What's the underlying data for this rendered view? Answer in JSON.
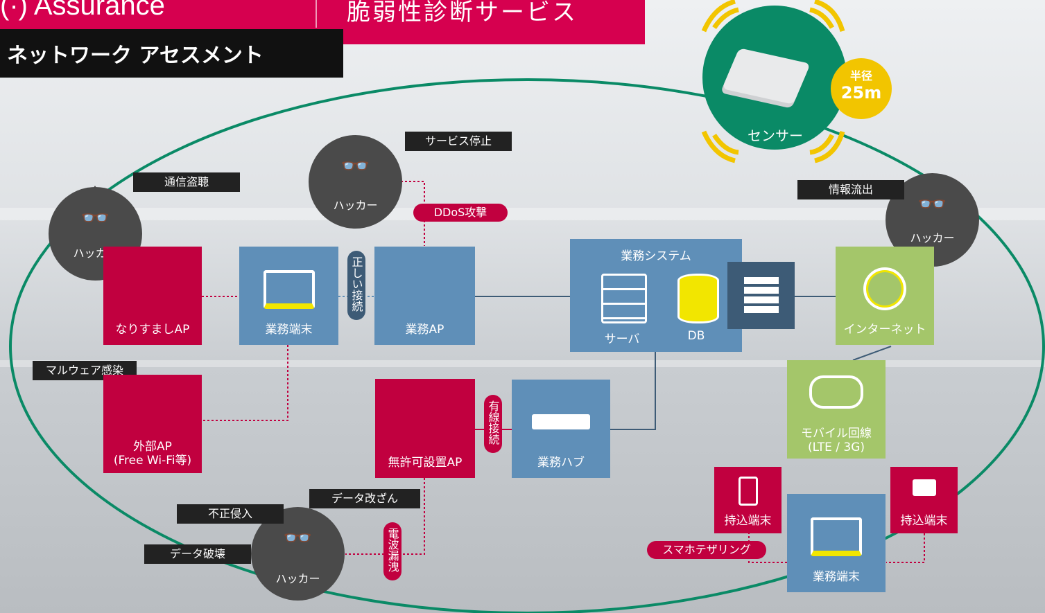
{
  "header": {
    "brand": "(·) Assurance",
    "service": "脆弱性診断サービス",
    "title": "ネットワーク アセスメント"
  },
  "sensor": {
    "label": "センサー",
    "radius_top": "半径",
    "radius_value": "25m"
  },
  "hackers": {
    "label": "ハッカー",
    "tags": {
      "eavesdrop": "通信盗聴",
      "service_stop": "サービス停止",
      "info_leak": "情報流出",
      "malware": "マルウェア感染",
      "intrusion": "不正侵入",
      "data_tamper": "データ改ざん",
      "data_destroy": "データ破壊"
    }
  },
  "nodes": {
    "rogue_ap": "なりすましAP",
    "biz_terminal": "業務端末",
    "biz_ap": "業務AP",
    "biz_system": "業務システム",
    "server": "サーバ",
    "db": "DB",
    "internet": "インターネット",
    "external_ap_1": "外部AP",
    "external_ap_2": "(Free Wi-Fi等)",
    "unauth_ap": "無許可設置AP",
    "biz_hub": "業務ハブ",
    "mobile_1": "モバイル回線",
    "mobile_2": "(LTE / 3G)",
    "byod_left": "持込端末",
    "byod_right": "持込端末",
    "biz_terminal_2": "業務端末"
  },
  "labels": {
    "ddos": "DDoS攻撃",
    "correct_conn": "正しい接続",
    "wired_conn": "有線接続",
    "radio_leak": "電波漏洩",
    "tethering": "スマホテザリング"
  },
  "colors": {
    "red": "#c1003f",
    "blue": "#5f8fb8",
    "green": "#a4c66a",
    "sensor": "#0a8a66",
    "yellow": "#f2c500"
  }
}
